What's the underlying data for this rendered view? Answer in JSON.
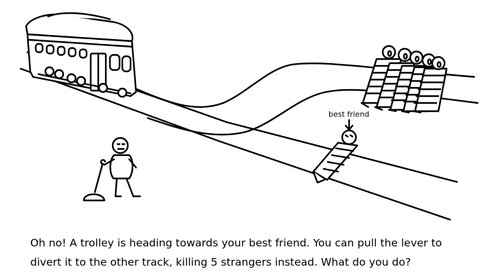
{
  "label": {
    "best_friend": "best friend"
  },
  "caption": {
    "line1": "Oh no! A trolley is heading towards your best friend. You can pull the lever to",
    "line2": "divert it to the other track, killing 5 strangers instead. What do you do?"
  },
  "colors": {
    "ink": "#000000",
    "background": "#ffffff"
  },
  "icons": {
    "trolley": "trolley-icon",
    "lever": "lever-icon",
    "bystander": "person-icon",
    "best_friend": "tied-person-icon",
    "strangers": "tied-people-group-icon"
  }
}
